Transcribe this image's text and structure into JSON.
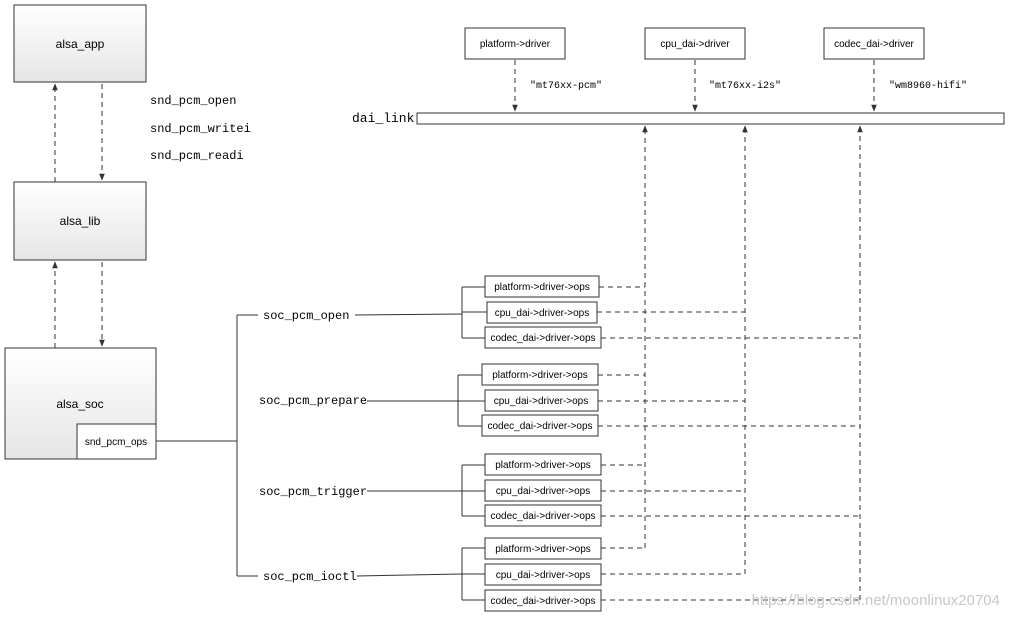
{
  "boxes": {
    "app": "alsa_app",
    "lib": "alsa_lib",
    "soc": "alsa_soc",
    "pcm_ops": "snd_pcm_ops"
  },
  "user_calls": [
    "snd_pcm_open",
    "snd_pcm_writei",
    "snd_pcm_readi"
  ],
  "dai_link": "dai_link",
  "drivers": [
    {
      "label": "platform->driver",
      "name": "\"mt76xx-pcm\""
    },
    {
      "label": "cpu_dai->driver",
      "name": "\"mt76xx-i2s\""
    },
    {
      "label": "codec_dai->driver",
      "name": "\"wm8960-hifi\""
    }
  ],
  "soc_functions": [
    {
      "name": "soc_pcm_open",
      "ops": [
        "platform->driver->ops",
        "cpu_dai->driver->ops",
        "codec_dai->driver->ops"
      ]
    },
    {
      "name": "soc_pcm_prepare",
      "ops": [
        "platform->driver->ops",
        "cpu_dai->driver->ops",
        "codec_dai->driver->ops"
      ]
    },
    {
      "name": "soc_pcm_trigger",
      "ops": [
        "platform->driver->ops",
        "cpu_dai->driver->ops",
        "codec_dai->driver->ops"
      ]
    },
    {
      "name": "soc_pcm_ioctl",
      "ops": [
        "platform->driver->ops",
        "cpu_dai->driver->ops",
        "codec_dai->driver->ops"
      ]
    }
  ],
  "watermark": "https://blog.csdn.net/moonlinux20704"
}
